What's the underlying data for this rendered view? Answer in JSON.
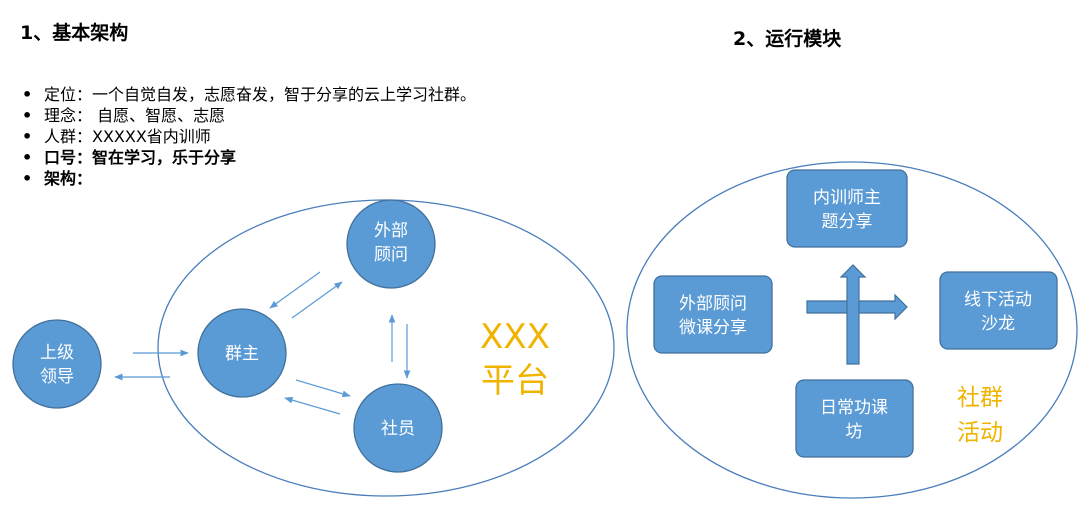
{
  "sections": {
    "architecture_title": "1、基本架构",
    "operation_title": "2、运行模块"
  },
  "bullets": [
    {
      "text": "定位：一个自觉自发，志愿奋发，智于分享的云上学习社群。",
      "bold": false
    },
    {
      "text": "理念： 自愿、智愿、志愿",
      "bold": false
    },
    {
      "text": "人群：XXXXX省内训师",
      "bold": false
    },
    {
      "text": "口号：智在学习，乐于分享",
      "bold": true
    },
    {
      "text": "架构：",
      "bold": true
    }
  ],
  "architecture": {
    "leader": [
      "上级",
      "领导"
    ],
    "group_owner": [
      "群主"
    ],
    "consultant": [
      "外部",
      "顾问"
    ],
    "member": [
      "社员"
    ],
    "platform": [
      "XXX",
      "平台"
    ]
  },
  "modules": {
    "trainer_share": [
      "内训师主",
      "题分享"
    ],
    "consultant_course": [
      "外部顾问",
      "微课分享"
    ],
    "offline_salon": [
      "线下活动",
      "沙龙"
    ],
    "daily_workshop": [
      "日常功课",
      "坊"
    ],
    "community_activity": [
      "社群",
      "活动"
    ]
  },
  "colors": {
    "node_fill": "#5b9bd5",
    "node_stroke": "#41719c",
    "accent": "#f0b400"
  }
}
